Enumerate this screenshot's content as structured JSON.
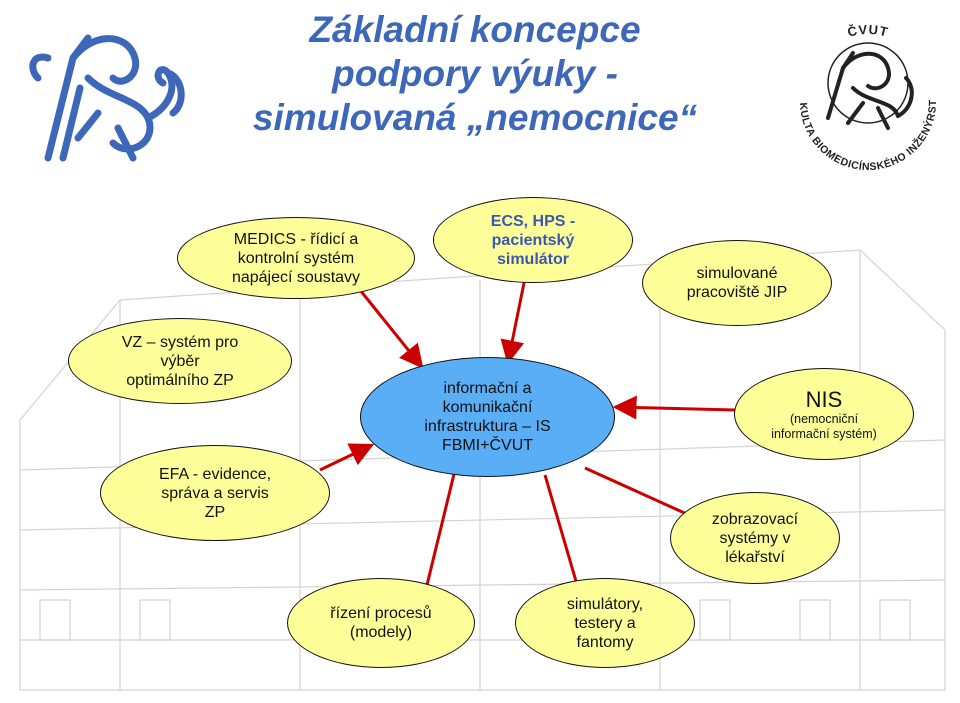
{
  "title": {
    "line1": "Základní koncepce",
    "line2": "podpory výuky -",
    "line3": "simulovaná „nemocnice“"
  },
  "logos": {
    "left": "lion-logo",
    "right_text": "ČVUT FAKULTA BIOMEDICÍNSKÉHO INŽENÝRSTVÍ"
  },
  "nodes": {
    "center": {
      "l1": "informační a",
      "l2": "komunikační",
      "l3": "infrastruktura – IS",
      "l4": "FBMI+ČVUT"
    },
    "medics": {
      "l1": "MEDICS - řídicí a",
      "l2": "kontrolní systém",
      "l3": "napájecí soustavy"
    },
    "ecs": {
      "l1": "ECS, HPS -",
      "l2": "pacientský",
      "l3": "simulátor"
    },
    "jip": {
      "l1": "simulované",
      "l2": "pracoviště JIP"
    },
    "vz": {
      "l1": "VZ – systém pro",
      "l2": "výběr",
      "l3": "optimálního ZP"
    },
    "nis": {
      "l1": "NIS",
      "l2": "(nemocniční",
      "l3": "informační systém)"
    },
    "efa": {
      "l1": "EFA - evidence,",
      "l2": "správa a servis",
      "l3": "ZP"
    },
    "zobr": {
      "l1": "zobrazovací",
      "l2": "systémy v",
      "l3": "lékařství"
    },
    "rizeni": {
      "l1": "řízení procesů",
      "l2": "(modely)"
    },
    "simul": {
      "l1": "simulátory,",
      "l2": "testery a",
      "l3": "fantomy"
    }
  },
  "colors": {
    "title": "#3d67b8",
    "node_fill": "#ffff99",
    "center_fill": "#5aaef5",
    "arrow": "#cc0000"
  }
}
